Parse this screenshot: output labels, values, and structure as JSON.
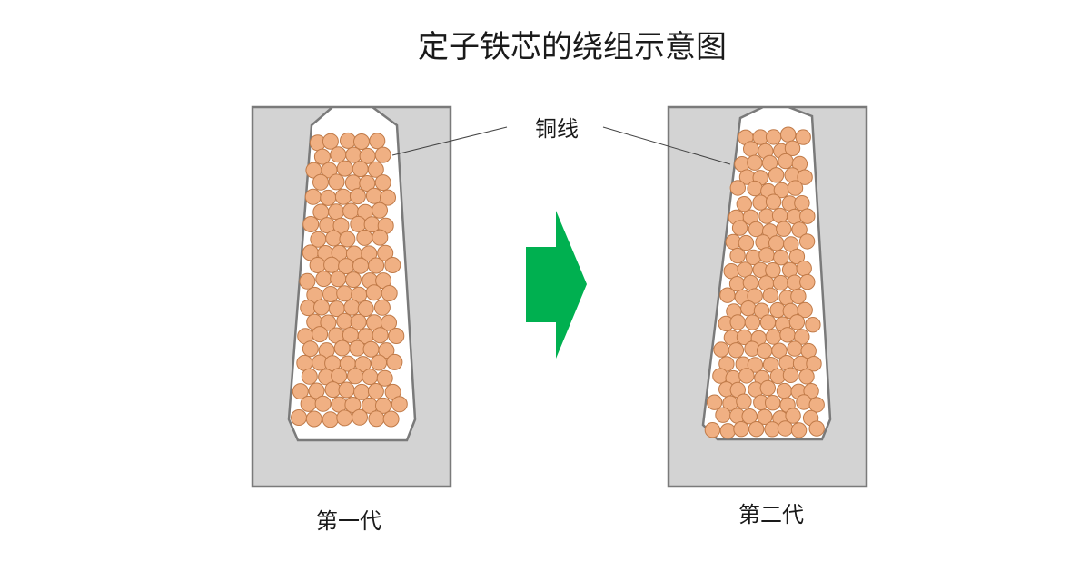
{
  "title": "定子铁芯的绕组示意图",
  "wire_label": "铜线",
  "generations": [
    {
      "label": "第一代"
    },
    {
      "label": "第二代"
    }
  ],
  "colors": {
    "core_fill": "#d3d3d3",
    "core_stroke": "#7a7a7a",
    "wire_fill": "#f0b083",
    "wire_stroke": "#c07a48",
    "arrow": "#00b050"
  }
}
